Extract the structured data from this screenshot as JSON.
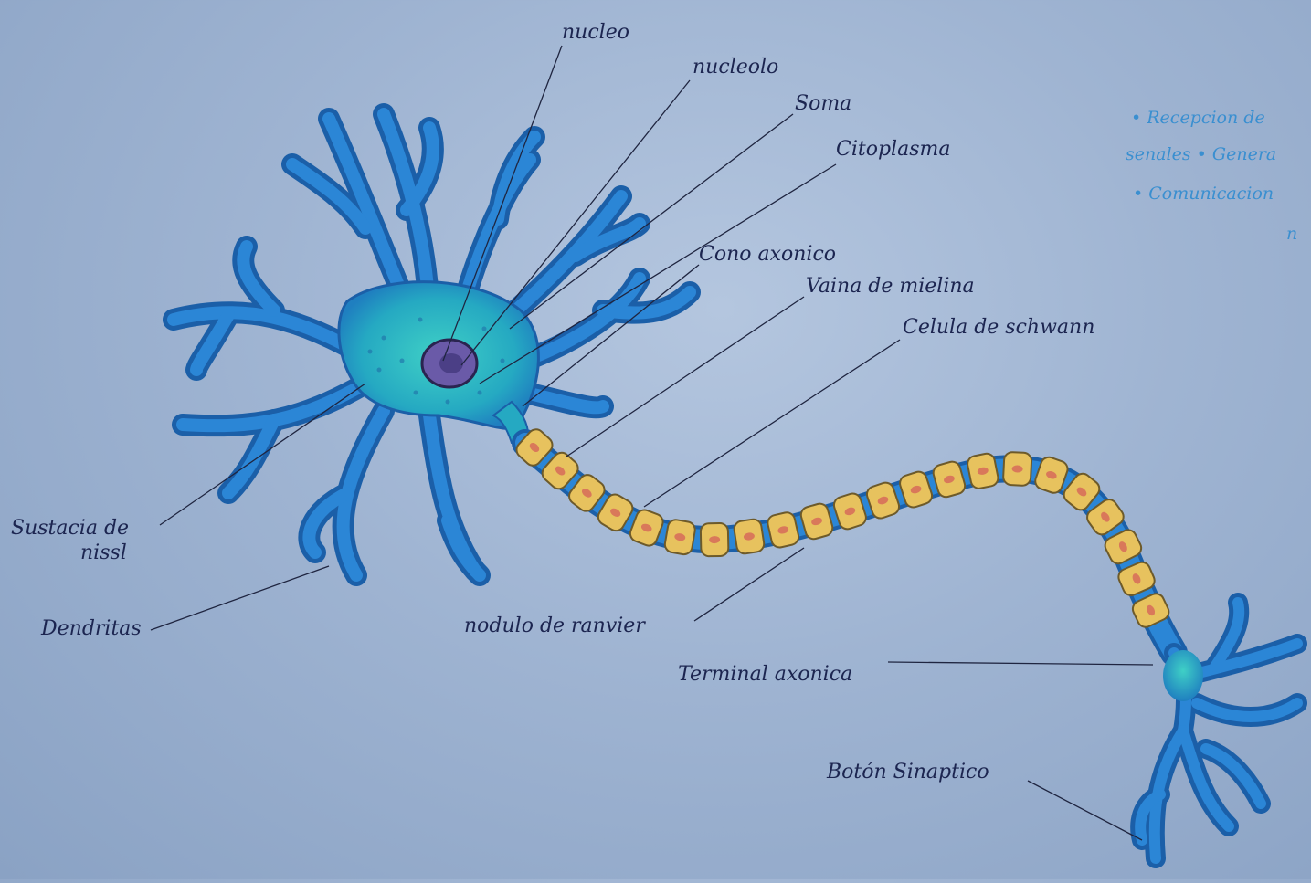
{
  "labels": {
    "nucleo": "nucleo",
    "nucleolo": "nucleolo",
    "soma": "Soma",
    "citoplasma": "Citoplasma",
    "cono_axonico": "Cono axonico",
    "vaina_mielina": "Vaina de mielina",
    "celula_schwann": "Celula de schwann",
    "sustancia_nissl_1": "Sustacia de",
    "sustancia_nissl_2": "nissl",
    "dendritas": "Dendritas",
    "nodulo_ranvier": "nodulo de ranvier",
    "terminal_axonica": "Terminal axonica",
    "boton_sinaptico": "Botón Sinaptico"
  },
  "side_notes": [
    "• Recepcion de",
    "senales • Genera",
    "• Comunicacion",
    "n"
  ],
  "colors": {
    "dendrite_outline": "#1b5fa8",
    "dendrite_fill": "#2b86d6",
    "soma_fill": "#2fb6c8",
    "nucleus_fill": "#5a4f9e",
    "myelin_fill": "#e7c25e",
    "ink": "#1c2550",
    "note_ink": "#3a8fd0"
  }
}
